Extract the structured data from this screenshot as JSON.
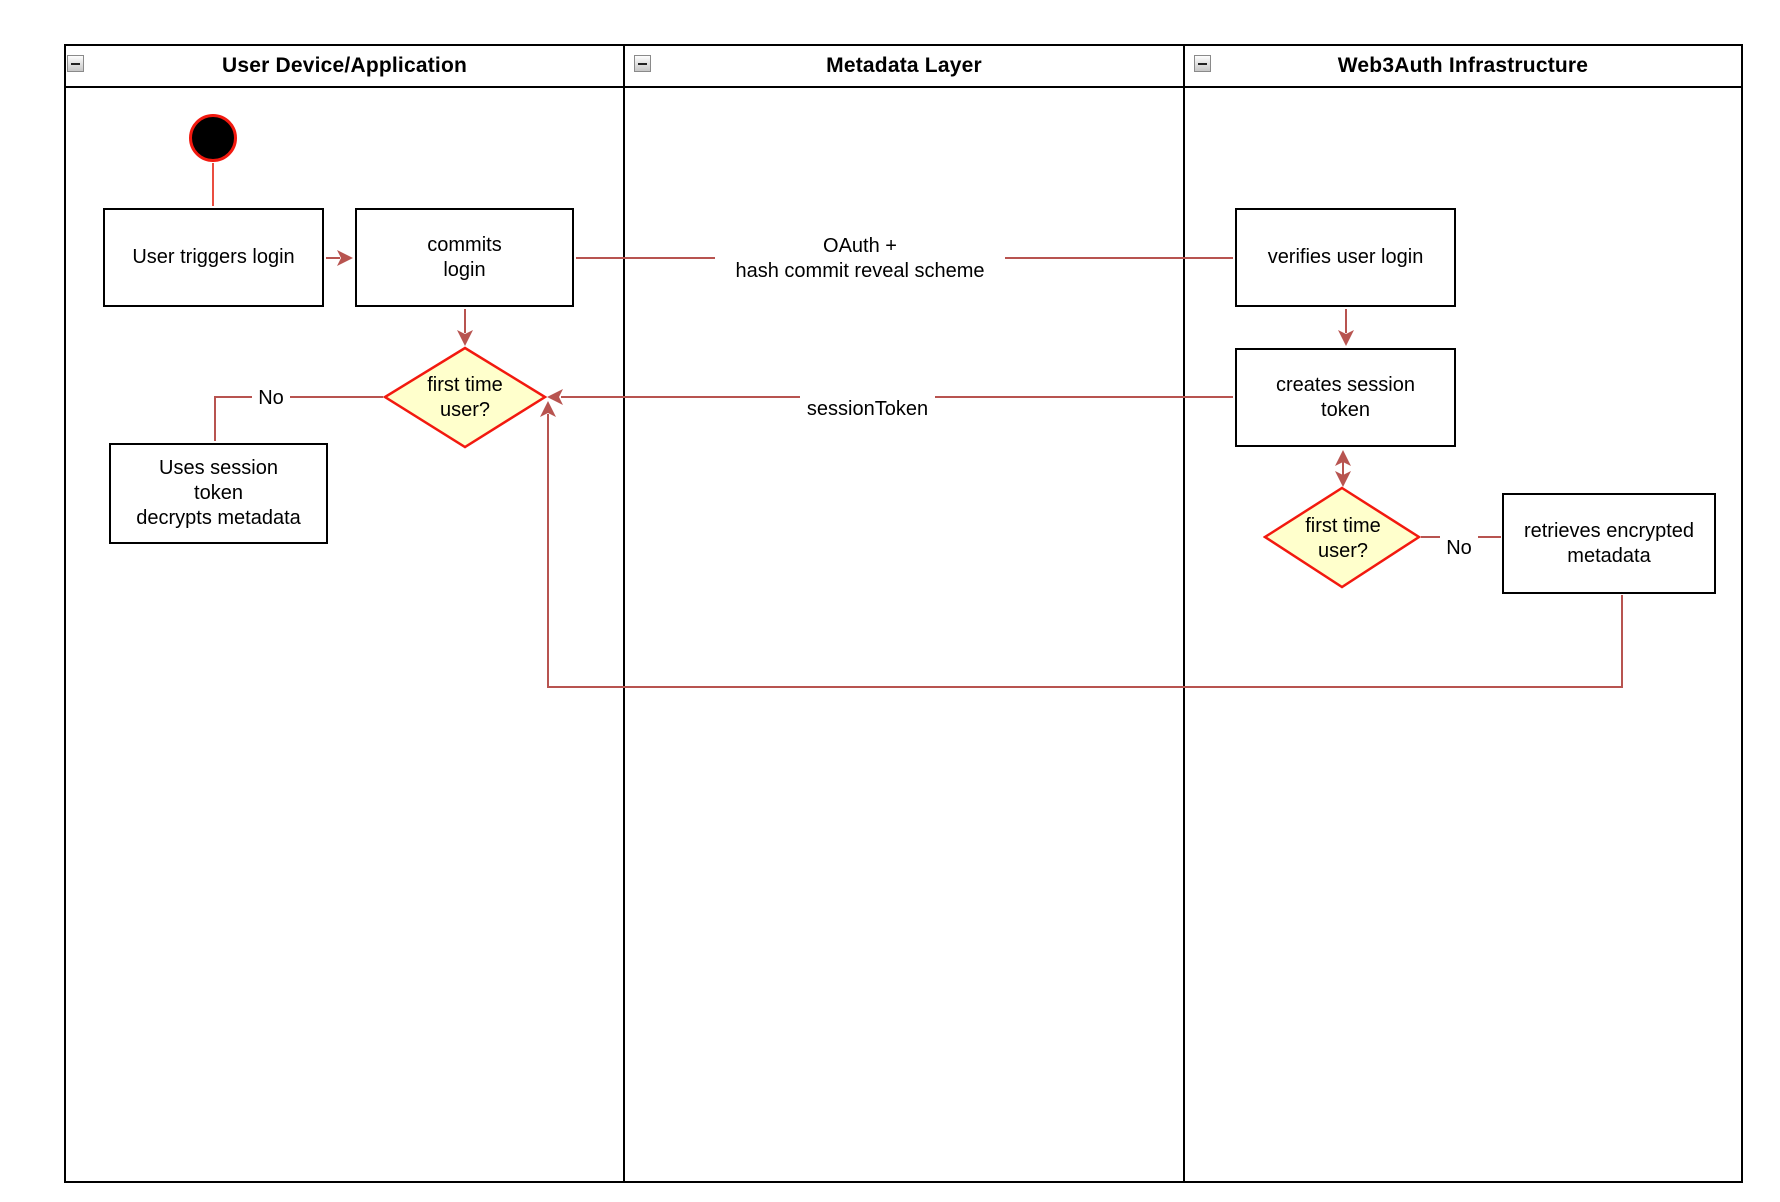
{
  "lanes": [
    {
      "title": "User Device/Application"
    },
    {
      "title": "Metadata Layer"
    },
    {
      "title": "Web3Auth Infrastructure"
    }
  ],
  "nodes": {
    "start": {
      "kind": "initial-state"
    },
    "user_triggers_login": {
      "label": "User triggers login"
    },
    "commits_login": {
      "label": "commits\nlogin"
    },
    "first_time_user_1": {
      "label": "first time\nuser?"
    },
    "uses_session_token": {
      "label": "Uses session\ntoken\ndecrypts metadata"
    },
    "verifies_user_login": {
      "label": "verifies user login"
    },
    "creates_session_token": {
      "label": "creates session\ntoken"
    },
    "first_time_user_2": {
      "label": "first time\nuser?"
    },
    "retrieves_encrypted_metadata": {
      "label": "retrieves encrypted\nmetadata"
    }
  },
  "edge_labels": {
    "oauth": "OAuth +\nhash commit reveal scheme",
    "session_token": "sessionToken",
    "no_1": "No",
    "no_2": "No"
  },
  "colors": {
    "connector": "#b85450",
    "shape_accent": "#f2190f",
    "start_link": "#e8392b",
    "decision_fill": "#ffffcc",
    "box_border": "#000000"
  }
}
